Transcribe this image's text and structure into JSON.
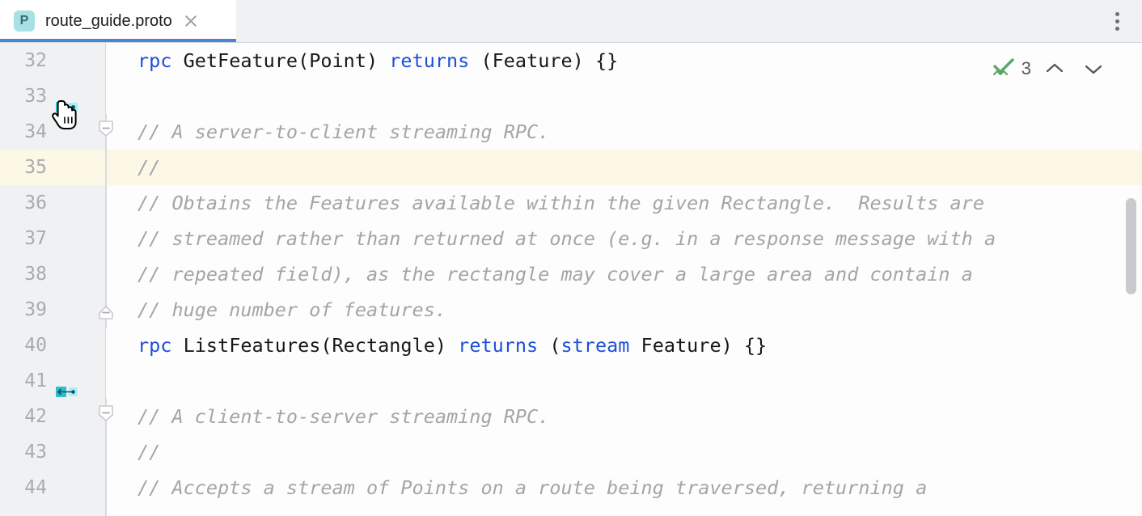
{
  "window": {
    "kebab_menu_label": "More options"
  },
  "tab": {
    "icon_letter": "P",
    "title": "route_guide.proto",
    "close_label": "Close tab"
  },
  "inspection_widget": {
    "status_icon": "inspections-ok-icon",
    "count": "3",
    "prev_label": "Previous highlighted error",
    "next_label": "Next highlighted error"
  },
  "editor": {
    "caret_line": 35,
    "first_line": 32,
    "colors": {
      "keyword": "#1f4fd8",
      "comment": "#a2a5a9",
      "text": "#17181c",
      "caret_line_bg": "#fdf8e6",
      "gutter_bg": "#f0f1f3",
      "editor_bg": "#fdfdfd",
      "tab_underline": "#4a86d4",
      "file_icon_bg": "#a8e0e4",
      "file_icon_fg": "#2f6f77",
      "grpc_icon": "#00a3b5",
      "inspection_ok": "#59a869",
      "scrollbar_thumb": "#c9cacd"
    },
    "lines": [
      {
        "n": "32",
        "gutter_icon": "grpc-unary-rpc-icon",
        "fold": "none",
        "tokens": [
          {
            "t": "rpc",
            "c": "kw"
          },
          {
            "t": " GetFeature(Point) ",
            "c": ""
          },
          {
            "t": "returns",
            "c": "kw"
          },
          {
            "t": " (Feature) {}",
            "c": ""
          }
        ]
      },
      {
        "n": "33",
        "gutter_icon": "",
        "fold": "none",
        "tokens": []
      },
      {
        "n": "34",
        "gutter_icon": "",
        "fold": "start",
        "tokens": [
          {
            "t": "// A server-to-client streaming RPC.",
            "c": "cm"
          }
        ]
      },
      {
        "n": "35",
        "gutter_icon": "",
        "fold": "line",
        "tokens": [
          {
            "t": "//",
            "c": "cm"
          }
        ]
      },
      {
        "n": "36",
        "gutter_icon": "",
        "fold": "line",
        "tokens": [
          {
            "t": "// Obtains the Features available within the given Rectangle.  Results are",
            "c": "cm"
          }
        ]
      },
      {
        "n": "37",
        "gutter_icon": "",
        "fold": "line",
        "tokens": [
          {
            "t": "// streamed rather than returned at once (e.g. in a response message with a",
            "c": "cm"
          }
        ]
      },
      {
        "n": "38",
        "gutter_icon": "",
        "fold": "line",
        "tokens": [
          {
            "t": "// repeated field), as the rectangle may cover a large area and contain a",
            "c": "cm"
          }
        ]
      },
      {
        "n": "39",
        "gutter_icon": "",
        "fold": "end",
        "tokens": [
          {
            "t": "// huge number of features.",
            "c": "cm"
          }
        ]
      },
      {
        "n": "40",
        "gutter_icon": "grpc-server-streaming-icon",
        "fold": "none",
        "tokens": [
          {
            "t": "rpc",
            "c": "kw"
          },
          {
            "t": " ListFeatures(Rectangle) ",
            "c": ""
          },
          {
            "t": "returns",
            "c": "kw"
          },
          {
            "t": " (",
            "c": ""
          },
          {
            "t": "stream",
            "c": "kw"
          },
          {
            "t": " Feature) {}",
            "c": ""
          }
        ]
      },
      {
        "n": "41",
        "gutter_icon": "",
        "fold": "none",
        "tokens": []
      },
      {
        "n": "42",
        "gutter_icon": "",
        "fold": "start",
        "tokens": [
          {
            "t": "// A client-to-server streaming RPC.",
            "c": "cm"
          }
        ]
      },
      {
        "n": "43",
        "gutter_icon": "",
        "fold": "line",
        "tokens": [
          {
            "t": "//",
            "c": "cm"
          }
        ]
      },
      {
        "n": "44",
        "gutter_icon": "",
        "fold": "line",
        "tokens": [
          {
            "t": "// Accepts a stream of Points on a route being traversed, returning a",
            "c": "cm"
          }
        ]
      }
    ]
  }
}
